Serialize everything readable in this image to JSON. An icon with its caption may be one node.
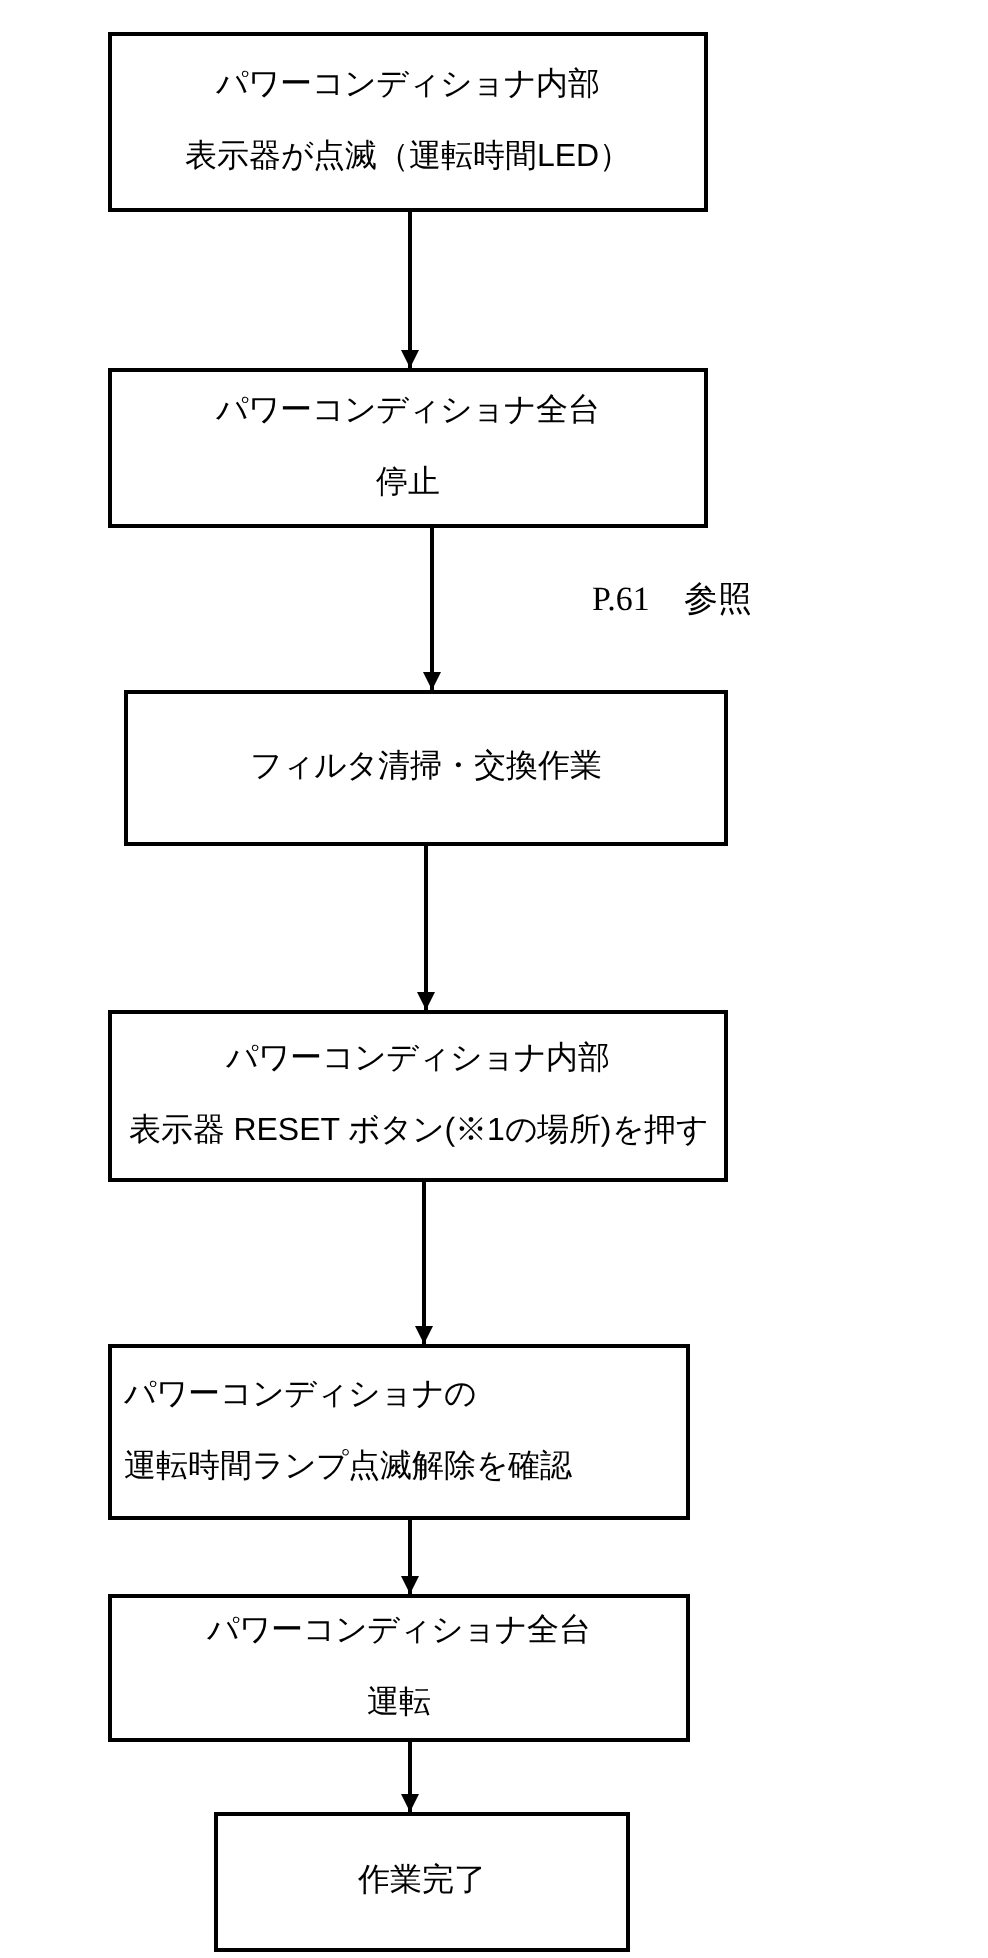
{
  "diagram": {
    "nodes": [
      {
        "text": [
          "パワーコンディショナ内部",
          "表示器が点滅（運転時間LED）"
        ]
      },
      {
        "text": [
          "パワーコンディショナ全台",
          "停止"
        ]
      },
      {
        "text": [
          "フィルタ清掃・交換作業"
        ]
      },
      {
        "text": [
          "パワーコンディショナ内部",
          "表示器 RESET ボタン(※1の場所)を押す"
        ]
      },
      {
        "text": [
          "パワーコンディショナの",
          "運転時間ランプ点滅解除を確認"
        ]
      },
      {
        "text": [
          "パワーコンディショナ全台",
          "運転"
        ]
      },
      {
        "text": [
          "作業完了"
        ]
      }
    ],
    "edges": [
      {
        "from": 0,
        "to": 1,
        "arrow": "to"
      },
      {
        "from": 1,
        "to": 2,
        "arrow": "to"
      },
      {
        "from": 2,
        "to": 3,
        "arrow": "to"
      },
      {
        "from": 3,
        "to": 4,
        "arrow": "to"
      },
      {
        "from": 4,
        "to": 5,
        "arrow": "to"
      },
      {
        "from": 5,
        "to": 6,
        "arrow": "to"
      }
    ],
    "labels": [
      "P.61　参照"
    ]
  }
}
